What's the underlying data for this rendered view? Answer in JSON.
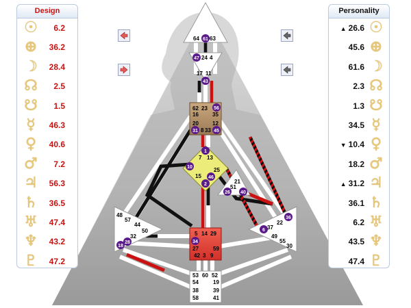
{
  "design": {
    "title": "Design",
    "rows": [
      {
        "planet": "sun-icon",
        "glyph": "☉",
        "value": "6.2"
      },
      {
        "planet": "earth-icon",
        "glyph": "⊕",
        "value": "36.2"
      },
      {
        "planet": "moon-icon",
        "glyph": "☽",
        "value": "28.4"
      },
      {
        "planet": "north-node-icon",
        "glyph": "☊",
        "value": "2.5"
      },
      {
        "planet": "south-node-icon",
        "glyph": "☋",
        "value": "1.5"
      },
      {
        "planet": "mercury-icon",
        "glyph": "☿",
        "value": "46.3"
      },
      {
        "planet": "venus-icon",
        "glyph": "♀",
        "value": "40.6"
      },
      {
        "planet": "mars-icon",
        "glyph": "♂",
        "value": "7.2"
      },
      {
        "planet": "jupiter-icon",
        "glyph": "♃",
        "value": "56.3"
      },
      {
        "planet": "saturn-icon",
        "glyph": "♄",
        "value": "36.5"
      },
      {
        "planet": "uranus-icon",
        "glyph": "♅",
        "value": "47.4"
      },
      {
        "planet": "neptune-icon",
        "glyph": "♆",
        "value": "43.2"
      },
      {
        "planet": "pluto-icon",
        "glyph": "♇",
        "value": "47.2"
      }
    ]
  },
  "personality": {
    "title": "Personality",
    "rows": [
      {
        "planet": "sun-icon",
        "glyph": "☉",
        "value": "26.6",
        "arrow": "▲"
      },
      {
        "planet": "earth-icon",
        "glyph": "⊕",
        "value": "45.6",
        "arrow": ""
      },
      {
        "planet": "moon-icon",
        "glyph": "☽",
        "value": "61.6",
        "arrow": ""
      },
      {
        "planet": "north-node-icon",
        "glyph": "☊",
        "value": "2.3",
        "arrow": ""
      },
      {
        "planet": "south-node-icon",
        "glyph": "☋",
        "value": "1.3",
        "arrow": ""
      },
      {
        "planet": "mercury-icon",
        "glyph": "☿",
        "value": "34.5",
        "arrow": ""
      },
      {
        "planet": "venus-icon",
        "glyph": "♀",
        "value": "10.4",
        "arrow": "▼"
      },
      {
        "planet": "mars-icon",
        "glyph": "♂",
        "value": "18.2",
        "arrow": ""
      },
      {
        "planet": "jupiter-icon",
        "glyph": "♃",
        "value": "31.2",
        "arrow": "▲"
      },
      {
        "planet": "saturn-icon",
        "glyph": "♄",
        "value": "36.1",
        "arrow": ""
      },
      {
        "planet": "uranus-icon",
        "glyph": "♅",
        "value": "6.2",
        "arrow": ""
      },
      {
        "planet": "neptune-icon",
        "glyph": "♆",
        "value": "43.5",
        "arrow": ""
      },
      {
        "planet": "pluto-icon",
        "glyph": "♇",
        "value": "47.4",
        "arrow": ""
      }
    ]
  },
  "colors": {
    "design": "#cc1111",
    "personality": "#111111",
    "glyph": "#e8c874",
    "head_center": "#ffffff",
    "ajna": "#ffffff",
    "throat": "#b8956a",
    "g_center": "#ecec7a",
    "sacral": "#e8443a",
    "gate_circle": "#5a1a8c",
    "panel_border": "#b9c9de"
  },
  "centers": {
    "head": {
      "gates": [
        "64",
        "61",
        "63"
      ],
      "activated": [
        "61"
      ]
    },
    "ajna": {
      "gates": [
        "47",
        "24",
        "4",
        "17",
        "11",
        "43"
      ],
      "activated": [
        "47",
        "43"
      ]
    },
    "throat": {
      "gates": [
        "62",
        "23",
        "56",
        "16",
        "35",
        "20",
        "12",
        "31",
        "8",
        "33",
        "45"
      ],
      "activated": [
        "56",
        "31",
        "45"
      ]
    },
    "g": {
      "gates": [
        "1",
        "7",
        "13",
        "10",
        "25",
        "15",
        "46",
        "2"
      ],
      "activated": [
        "1",
        "10",
        "46",
        "2"
      ]
    },
    "ego": {
      "gates": [
        "21",
        "51",
        "26",
        "40"
      ],
      "activated": [
        "26",
        "40"
      ]
    },
    "spleen": {
      "gates": [
        "48",
        "57",
        "44",
        "50",
        "32",
        "28",
        "18"
      ],
      "activated": [
        "28",
        "18"
      ]
    },
    "solar_plexus": {
      "gates": [
        "36",
        "22",
        "37",
        "6",
        "49",
        "55",
        "30"
      ],
      "activated": [
        "36",
        "6"
      ]
    },
    "sacral": {
      "gates": [
        "5",
        "14",
        "29",
        "34",
        "27",
        "59",
        "42",
        "3",
        "9"
      ],
      "activated": [
        "34"
      ]
    },
    "root": {
      "gates": [
        "53",
        "60",
        "52",
        "54",
        "19",
        "38",
        "39",
        "58",
        "41"
      ],
      "activated": []
    }
  },
  "nav": {
    "design_prev": "prev-design-arrow-icon",
    "design_next": "next-design-arrow-icon",
    "personality_prev": "prev-personality-arrow-icon",
    "personality_next": "next-personality-arrow-icon"
  }
}
